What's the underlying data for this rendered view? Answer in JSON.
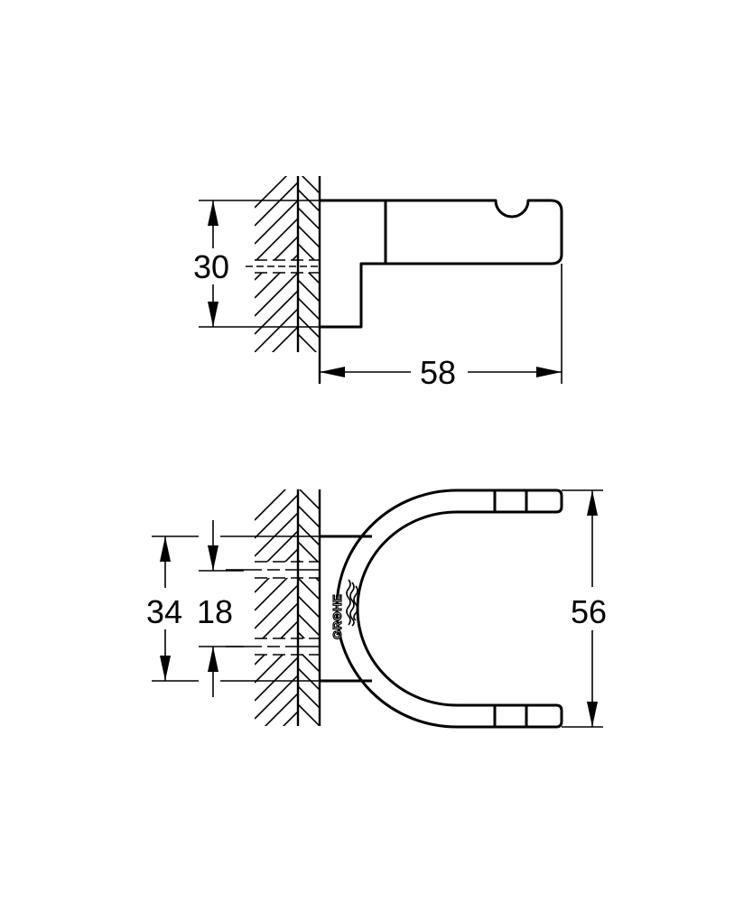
{
  "drawing": {
    "type": "technical-dimension-drawing",
    "subject": "wall-mounted double hook",
    "units": "mm",
    "line_color": "#000000",
    "background": "#ffffff"
  },
  "side_view": {
    "dimensions": {
      "height": "30",
      "projection": "58"
    }
  },
  "top_view": {
    "logo": "GROHE",
    "dimensions": {
      "mount_outer": "34",
      "mount_inner": "18",
      "width": "56"
    }
  }
}
